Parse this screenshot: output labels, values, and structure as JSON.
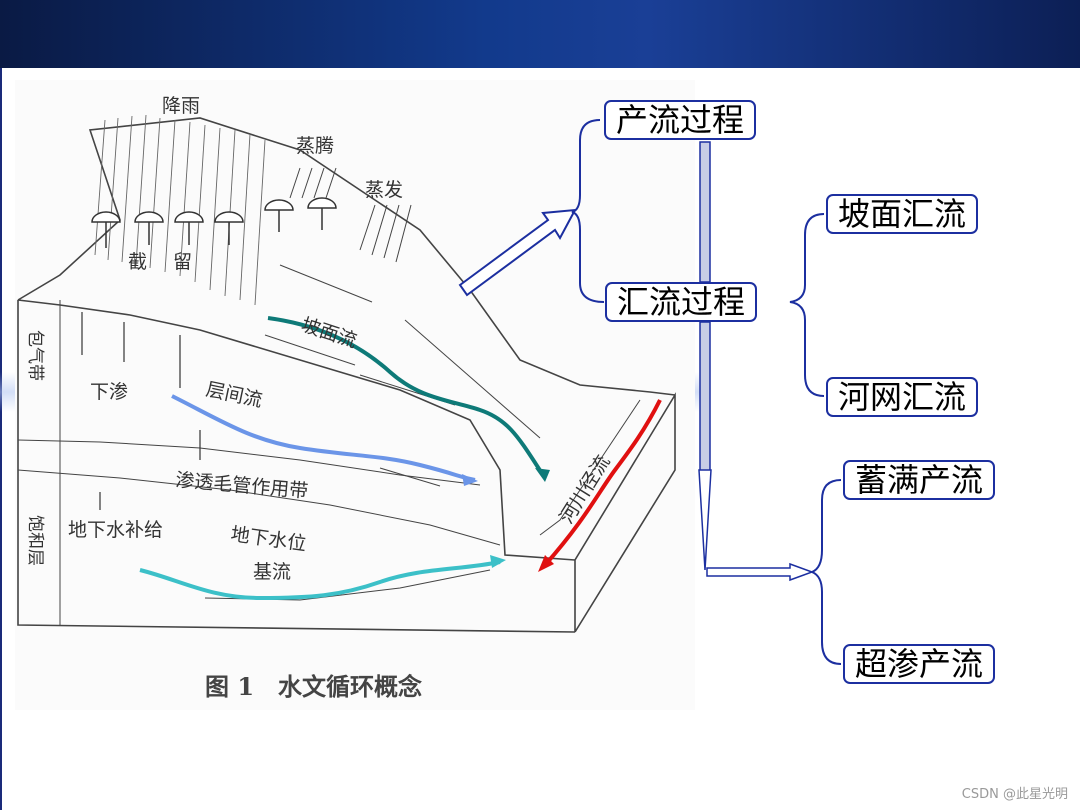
{
  "figure": {
    "labels": {
      "rain": "降雨",
      "transpiration": "蒸腾",
      "evaporation": "蒸发",
      "interception": "截",
      "retention": "留",
      "infiltration": "下渗",
      "surface_flow": "坡面流",
      "interflow": "层间流",
      "capillary_zone": "渗透毛管作用带",
      "gw_recharge": "地下水补给",
      "water_table": "地下水位",
      "baseflow": "基流",
      "channel_flow": "河川径流",
      "aeration_zone": "包气带",
      "saturated_zone": "饱和层"
    },
    "caption": "图 1　水文循环概念"
  },
  "flow": {
    "runoff_generation": "产流过程",
    "concentration": "汇流过程",
    "slope_concentration": "坡面汇流",
    "network_concentration": "河网汇流",
    "saturation_excess": "蓄满产流",
    "infiltration_excess": "超渗产流"
  },
  "watermark": "CSDN @此星光明",
  "colors": {
    "topbar": "#123a8c",
    "box_border": "#1c2fa0",
    "arrow": "#1c2fa0",
    "surface_flow": "#0e7a78",
    "interflow": "#6b95e8",
    "baseflow": "#3cc0c8",
    "channel_flow": "#e01010"
  }
}
